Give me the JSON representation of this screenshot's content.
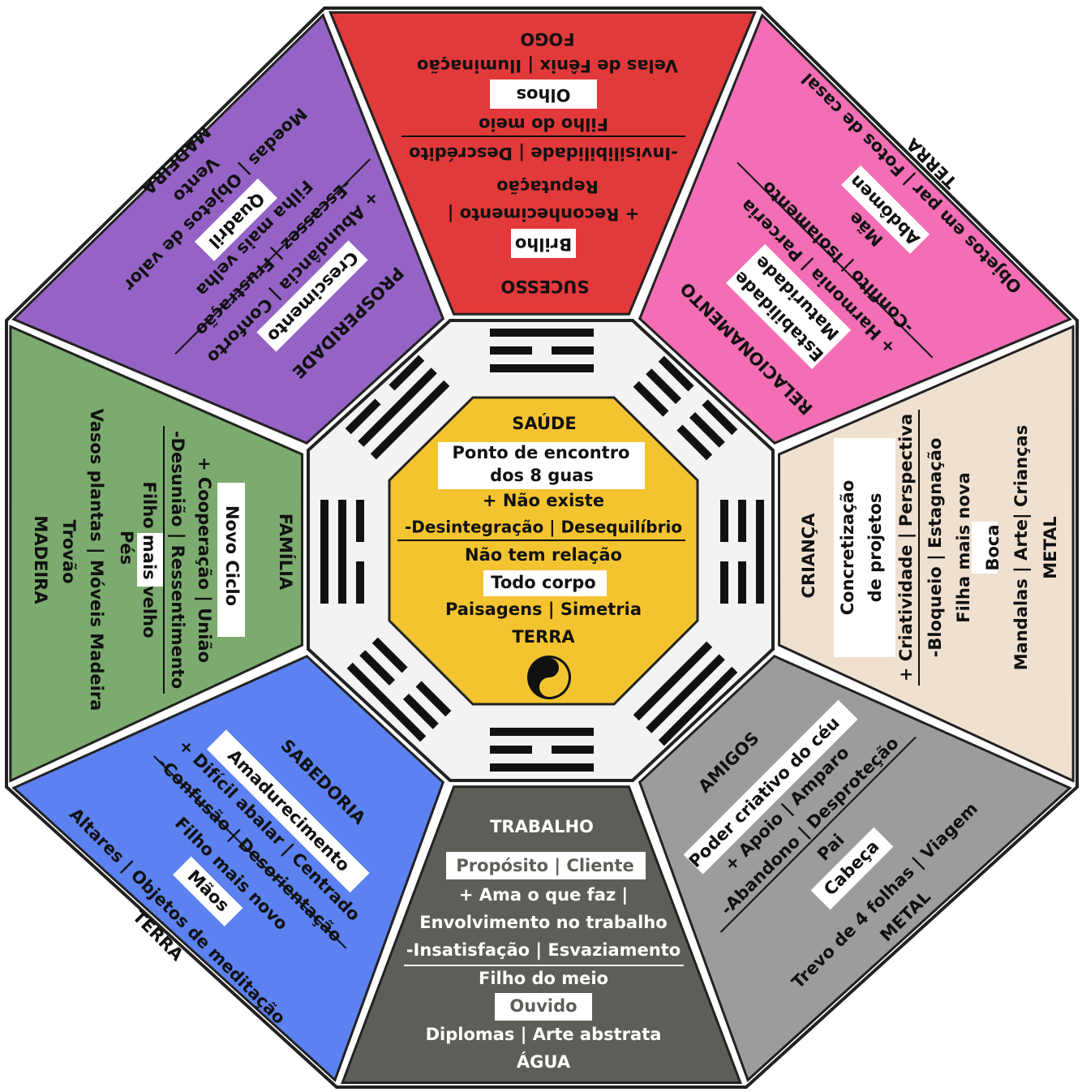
{
  "center": {
    "lines": [
      "SAÚDE",
      "Ponto de encontro",
      "dos 8 guas",
      "+ Não existe",
      "-Desintegração | Desequilíbrio",
      "Não tem relação",
      "Todo corpo",
      "Paisagens | Simetria",
      "TERRA"
    ],
    "symbol": "yin-yang-icon",
    "color": "#f4c430"
  },
  "sectors": [
    {
      "id": "trabalho",
      "color": "#5e5e59",
      "text_color": "#ffffff",
      "lines": [
        "TRABALHO",
        "Propósito | Cliente",
        "+ Ama o que faz |",
        "Envolvimento no trabalho",
        "-Insatisfação | Esvaziamento",
        "Filho do meio",
        "Ouvido",
        "Diplomas | Arte abstrata",
        "ÁGUA"
      ]
    },
    {
      "id": "sabedoria",
      "color": "#5b82f0",
      "text_color": "#111111",
      "lines": [
        "SABEDORIA",
        "Amadurecimento",
        "+ Difícil abalar | Centrado",
        "-Confusão | Desorientação",
        "Filho mais novo",
        "Mãos",
        "Altares | Objetos de meditação",
        "TERRA"
      ]
    },
    {
      "id": "familia",
      "color": "#7bab6e",
      "text_color": "#111111",
      "lines": [
        "FAMÍLIA",
        "Novo Ciclo",
        "+ Cooperação | União",
        "-Desunião | Ressentimento",
        "Filho mais velho",
        "Pés",
        "Vasos plantas | Móveis Madeira",
        "Trovão",
        "MADEIRA"
      ]
    },
    {
      "id": "prosperidade",
      "color": "#9563c6",
      "text_color": "#111111",
      "lines": [
        "PROSPERIDADE",
        "Crescimento",
        "+ Abundância | Conforto",
        "-Escassez | Frustração",
        "Filha mais velha",
        "Quadril",
        "Moedas | Objetos de valor",
        "Vento",
        "MADEIRA"
      ]
    },
    {
      "id": "sucesso",
      "color": "#e2393a",
      "text_color": "#111111",
      "lines": [
        "SUCESSO",
        "Brilho",
        "+ Reconhecimento |",
        "Reputação",
        "-Invisilibilidade | Descrédito",
        "Filho do meio",
        "Olhos",
        "Velas de Fênix | Iluminação",
        "FOGO"
      ]
    },
    {
      "id": "relacionamento",
      "color": "#f36eb5",
      "text_color": "#111111",
      "lines": [
        "RELACIONAMENTO",
        "Estabilidade",
        "Maturidade",
        "+ Harmonia | Parceria",
        "-Conflito | Isolamento",
        "Mãe",
        "Abdômen",
        "Objetos em par | Fotos de casal",
        "TERRA"
      ]
    },
    {
      "id": "crianca",
      "color": "#f0e0d0",
      "text_color": "#111111",
      "lines": [
        "CRIANÇA",
        "Concretização",
        "de projetos",
        "+ Criatividade | Perspectiva",
        "-Bloqueio | Estagnação",
        "Filha mais nova",
        "Boca",
        "Mandalas | Arte| Crianças",
        "METAL"
      ]
    },
    {
      "id": "amigos",
      "color": "#9c9c9a",
      "text_color": "#111111",
      "lines": [
        "AMIGOS",
        "Poder criativo do céu",
        "+ Apoio | Amparo",
        "-Abandono | Desproteção",
        "Pai",
        "Cabeça",
        "Trevo de 4 folhas | Viagem",
        "METAL"
      ]
    }
  ],
  "trigrams": [
    {
      "position": "bottom",
      "lines": [
        "solid",
        "broken",
        "solid"
      ]
    },
    {
      "position": "bottom-left",
      "lines": [
        "broken",
        "broken",
        "solid"
      ]
    },
    {
      "position": "left",
      "lines": [
        "broken",
        "solid",
        "solid"
      ]
    },
    {
      "position": "top-left",
      "lines": [
        "solid",
        "solid",
        "broken"
      ]
    },
    {
      "position": "top",
      "lines": [
        "solid",
        "broken",
        "solid"
      ]
    },
    {
      "position": "top-right",
      "lines": [
        "broken",
        "broken",
        "broken"
      ]
    },
    {
      "position": "right",
      "lines": [
        "broken",
        "broken",
        "solid"
      ]
    },
    {
      "position": "bottom-right",
      "lines": [
        "solid",
        "solid",
        "solid"
      ]
    }
  ]
}
